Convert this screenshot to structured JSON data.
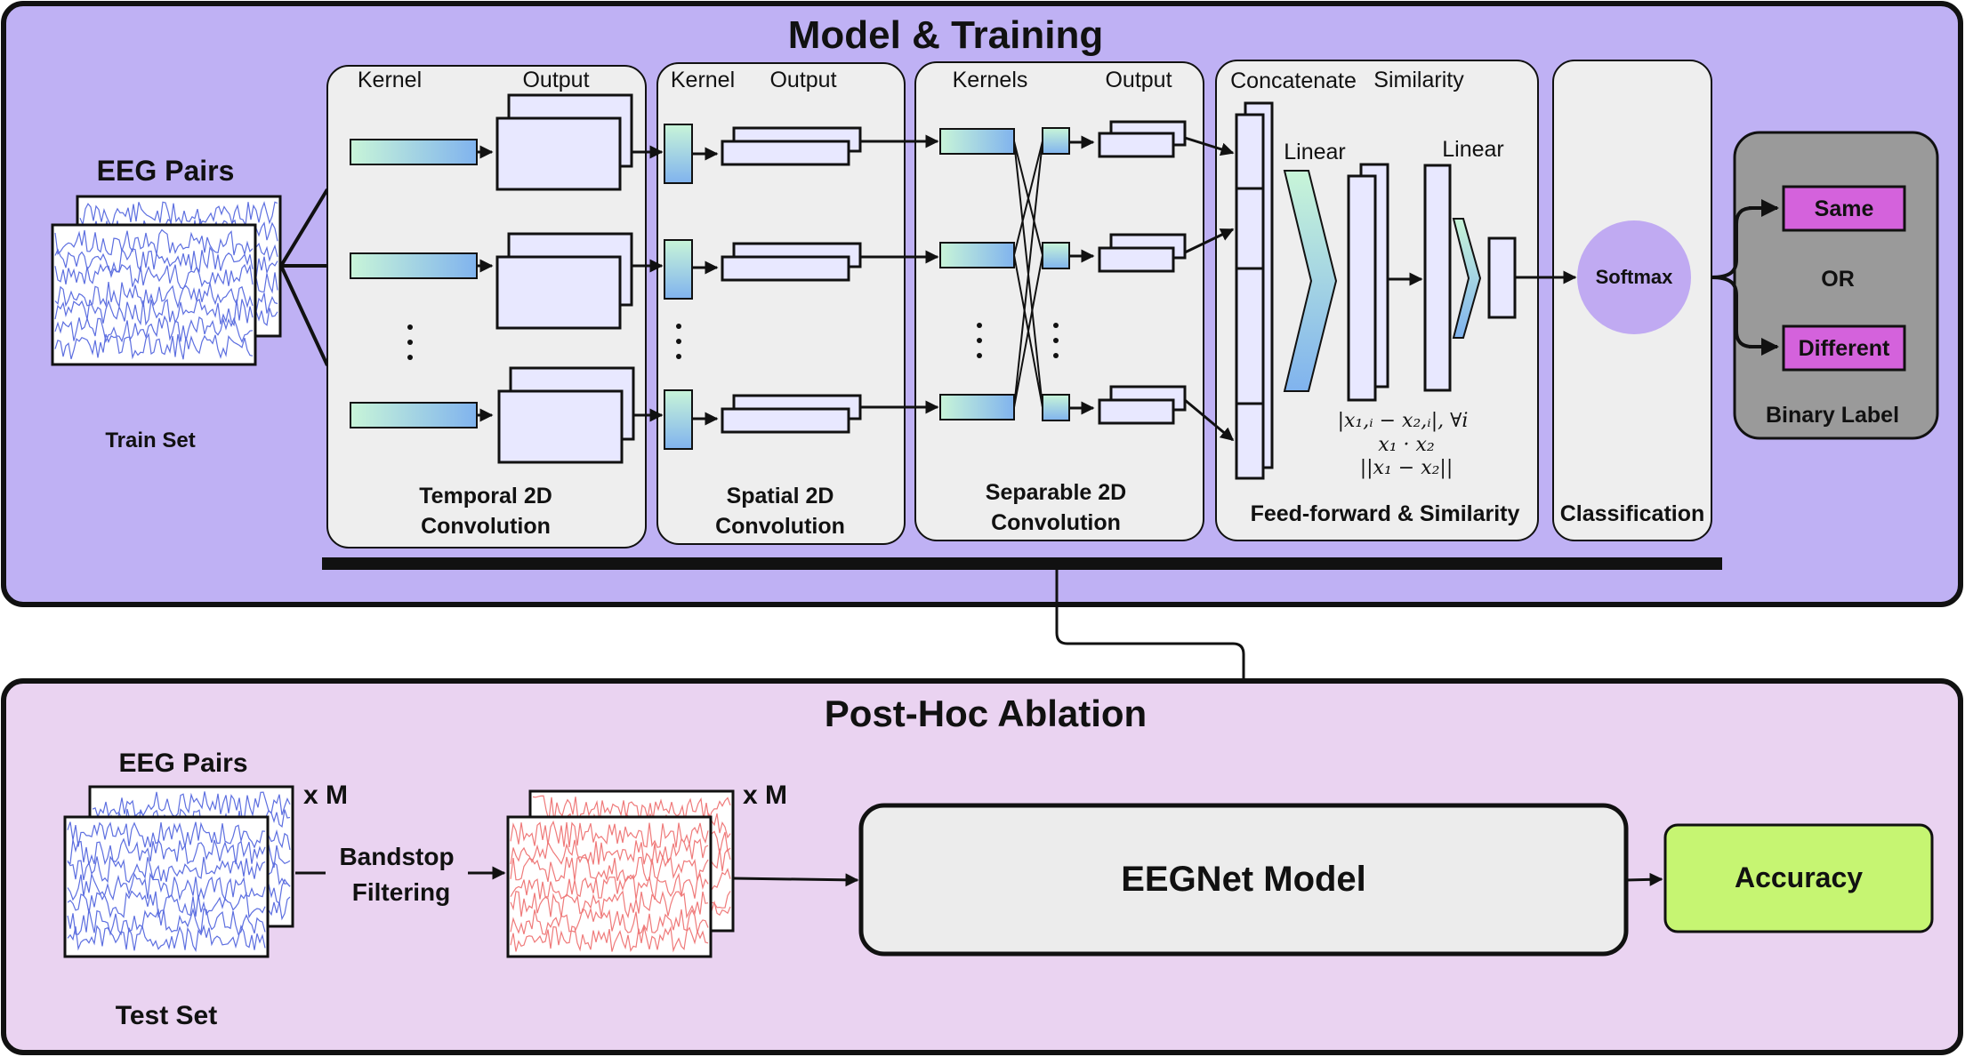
{
  "colors": {
    "training_bg": "#bfb1f4",
    "ablation_bg": "#ead3f1",
    "stage_bg": "#eeeeee",
    "block_fill": "#e8e8ff",
    "kernel_gradient": [
      "#c8f5d8",
      "#80b3ee"
    ],
    "softmax": "#c0aaf2",
    "binary_bg": "#9a9a9a",
    "label_box": "#d462dc",
    "accuracy": "#c6f572",
    "eeg_blue": "#5d6fe0",
    "eeg_red": "#ef7a7a"
  },
  "training": {
    "title": "Model & Training",
    "eeg_pairs": "EEG Pairs",
    "train_set": "Train Set"
  },
  "stages": {
    "temporal": {
      "kernel": "Kernel",
      "output": "Output",
      "name_line1": "Temporal 2D",
      "name_line2": "Convolution"
    },
    "spatial": {
      "kernel": "Kernel",
      "output": "Output",
      "name_line1": "Spatial 2D",
      "name_line2": "Convolution"
    },
    "separable": {
      "kernel": "Kernels",
      "output": "Output",
      "name_line1": "Separable 2D",
      "name_line2": "Convolution"
    },
    "feedforward": {
      "concatenate": "Concatenate",
      "similarity": "Similarity",
      "linear1": "Linear",
      "linear2": "Linear",
      "formula1": "|x₁,ᵢ − x₂,ᵢ|, ∀i",
      "formula2": "x₁ · x₂",
      "formula3": "||x₁ − x₂||",
      "name": "Feed-forward & Similarity"
    },
    "classification": {
      "softmax": "Softmax",
      "name": "Classification"
    }
  },
  "binary": {
    "same": "Same",
    "or": "OR",
    "different": "Different",
    "label": "Binary Label"
  },
  "ablation": {
    "title": "Post-Hoc Ablation",
    "eeg_pairs": "EEG Pairs",
    "times_m1": "x M",
    "times_m2": "x M",
    "bandstop_line1": "Bandstop",
    "bandstop_line2": "Filtering",
    "test_set": "Test Set",
    "model": "EEGNet Model",
    "accuracy": "Accuracy"
  }
}
